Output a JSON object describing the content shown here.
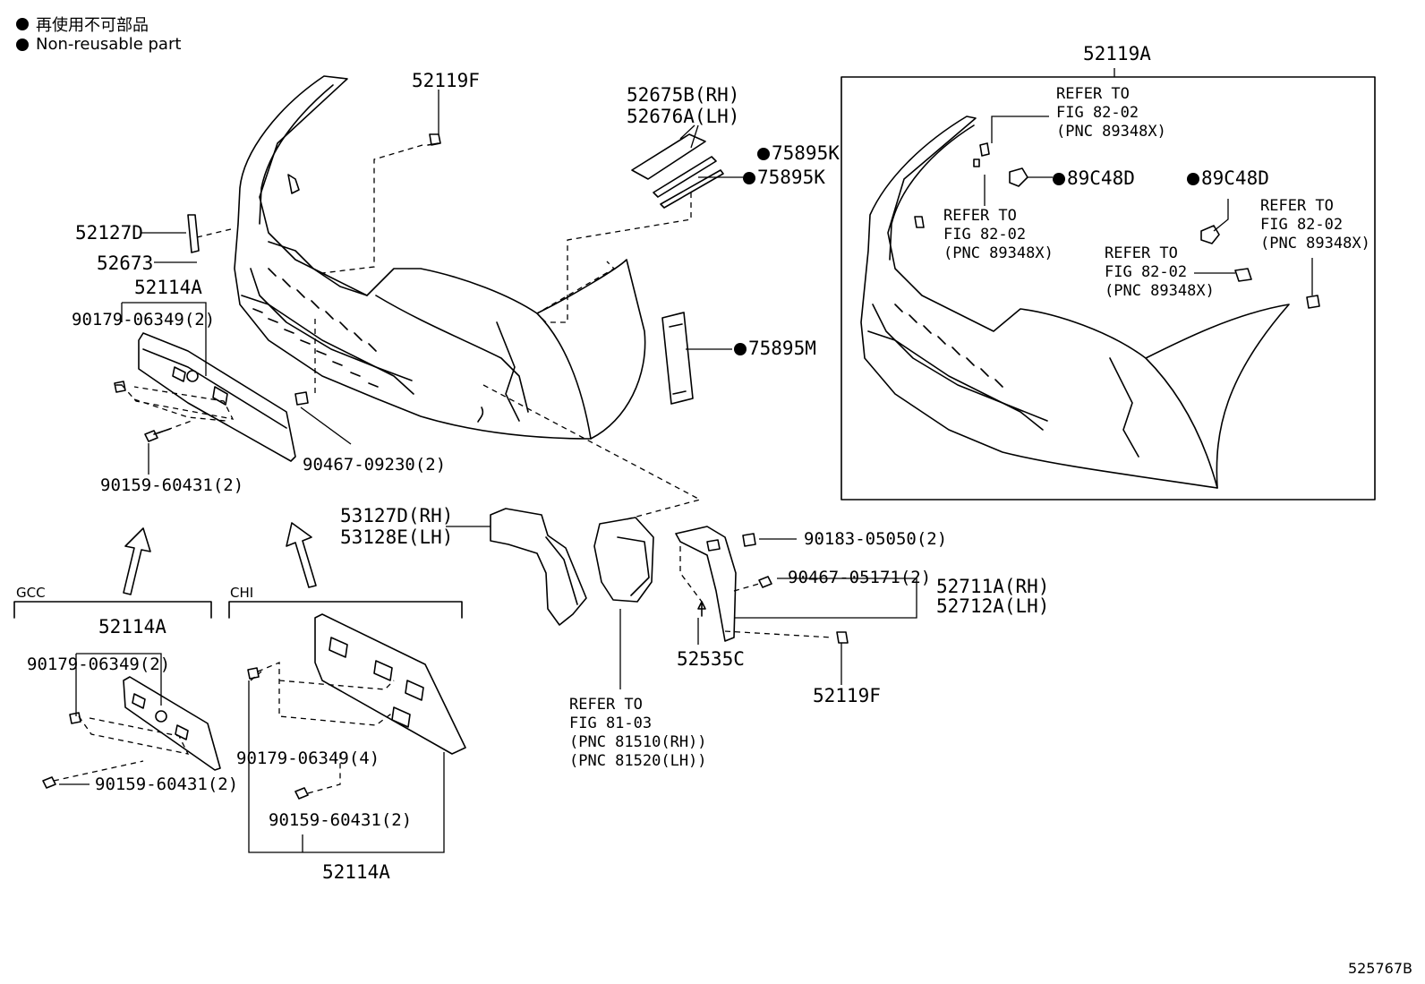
{
  "legend": {
    "line1": "再使用不可部品",
    "line2": "Non-reusable part"
  },
  "sections": {
    "gcc": "GCC",
    "chi": "CHI"
  },
  "labels": {
    "p52119F_top": "52119F",
    "p52127D": "52127D",
    "p52673": "52673",
    "p52114A_main": "52114A",
    "p90179_main": "90179-06349(2)",
    "p90159_main": "90159-60431(2)",
    "p90467_09230": "90467-09230(2)",
    "p52675B": "52675B(RH)",
    "p52676A": "52676A(LH)",
    "p75895K_1": "75895K",
    "p75895K_2": "75895K",
    "p75895M": "75895M",
    "p53127D": "53127D(RH)",
    "p53128E": "53128E(LH)",
    "p90183": "90183-05050(2)",
    "p90467_05171": "90467-05171(2)",
    "p52711A": "52711A(RH)",
    "p52712A": "52712A(LH)",
    "p52535C": "52535C",
    "p52119F_bottom": "52119F",
    "p52114A_gcc": "52114A",
    "p90179_gcc": "90179-06349(2)",
    "p90159_gcc": "90159-60431(2)",
    "p90179_chi": "90179-06349(4)",
    "p90159_chi": "90159-60431(2)",
    "p52114A_chi": "52114A",
    "p52119A": "52119A",
    "p89C48D_1": "89C48D",
    "p89C48D_2": "89C48D"
  },
  "refers": {
    "r_headlamp": "REFER TO\nFIG 81-03\n(PNC 81510(RH))\n(PNC 81520(LH))",
    "r_box_top": "REFER TO\nFIG 82-02\n(PNC 89348X)",
    "r_box_left": "REFER TO\nFIG 82-02\n(PNC 89348X)",
    "r_box_mid": "REFER TO\nFIG 82-02\n(PNC 89348X)",
    "r_box_right": "REFER TO\nFIG 82-02\n(PNC 89348X)"
  },
  "figure_id": "525767B"
}
